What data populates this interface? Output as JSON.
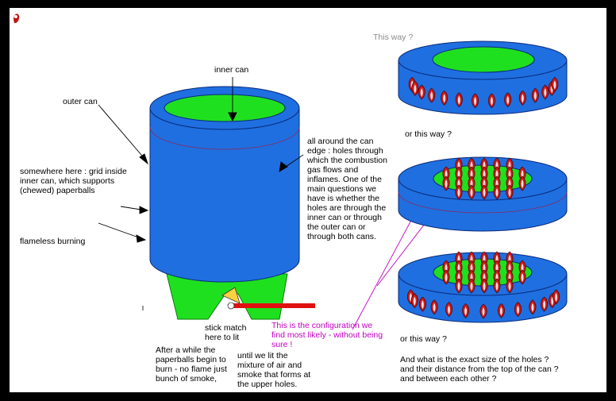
{
  "labels": {
    "inner_can": "inner can",
    "outer_can": "outer can",
    "grid": [
      "somewhere here : grid inside",
      "inner can, which supports",
      "(chewed) paperballs"
    ],
    "flameless": "flameless burning",
    "holes": [
      "all around the can",
      "edge : holes through",
      "which the combustion",
      "gas flows and",
      "inflames. One of the",
      "main questions we",
      "have is whether the",
      "holes are through the",
      "inner can or through",
      "the outer can or",
      "through both cans."
    ],
    "stick": [
      "stick match",
      "here to lit"
    ],
    "after": [
      "After a while the",
      "paperballs begin to",
      "burn - no flame just",
      "bunch of smoke,"
    ],
    "until": [
      "until we lit the",
      "mixture of air and",
      "smoke that forms at",
      "the upper holes."
    ],
    "config": [
      "This is the configuration we",
      "find most likely - without being",
      "sure !"
    ],
    "this_way": "This way ?",
    "or_this_way_1": "or this way ?",
    "or_this_way_2": "or this way ?",
    "question": [
      "And what is the exact size of the holes ?",
      "and their distance from the top of the can ?",
      "and between each other ?"
    ]
  },
  "colors": {
    "can_blue": "#1f6fe0",
    "inner_green": "#1fe01f",
    "flame_red": "#d01818",
    "match_red": "#e01010",
    "annotation_magenta": "#c000c0",
    "page_background": "#ffffff",
    "frame_black": "#000000"
  }
}
